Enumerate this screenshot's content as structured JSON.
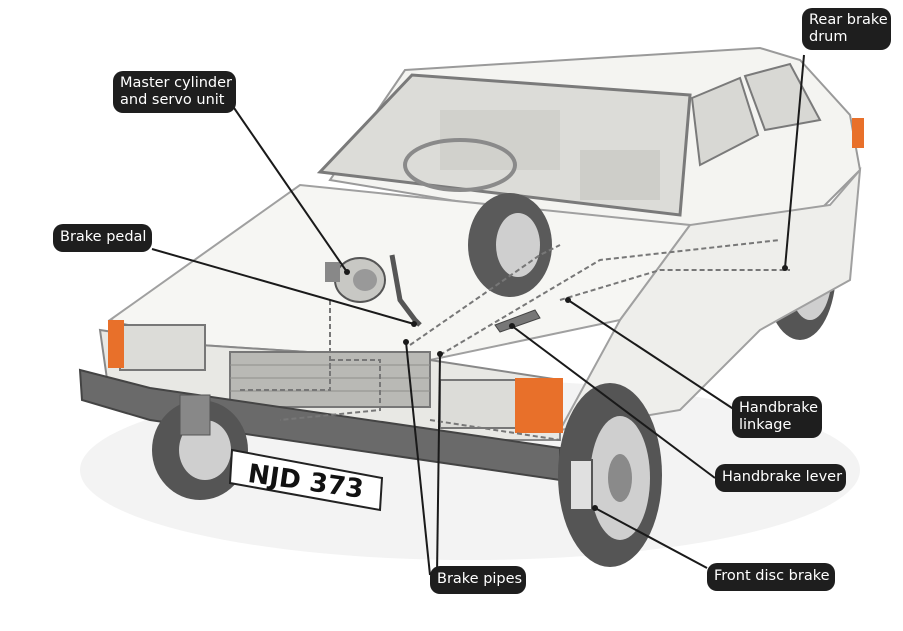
{
  "labels": {
    "master_cylinder": [
      "Master cylinder",
      "and servo unit"
    ],
    "brake_pedal": "Brake pedal",
    "rear_brake_drum": [
      "Rear brake",
      "drum"
    ],
    "handbrake_linkage": [
      "Handbrake",
      "linkage"
    ],
    "handbrake_lever": "Handbrake lever",
    "front_disc_brake": "Front disc brake",
    "brake_pipes": "Brake pipes"
  },
  "number_plate": "NJD 373",
  "colors": {
    "label_bg": "#1e1e1e",
    "label_text": "#ffffff",
    "leader_line": "#1a1a1a",
    "car_body": "#f2f2ef",
    "tyre": "#4a4a4a",
    "indicator": "#e8702a"
  }
}
